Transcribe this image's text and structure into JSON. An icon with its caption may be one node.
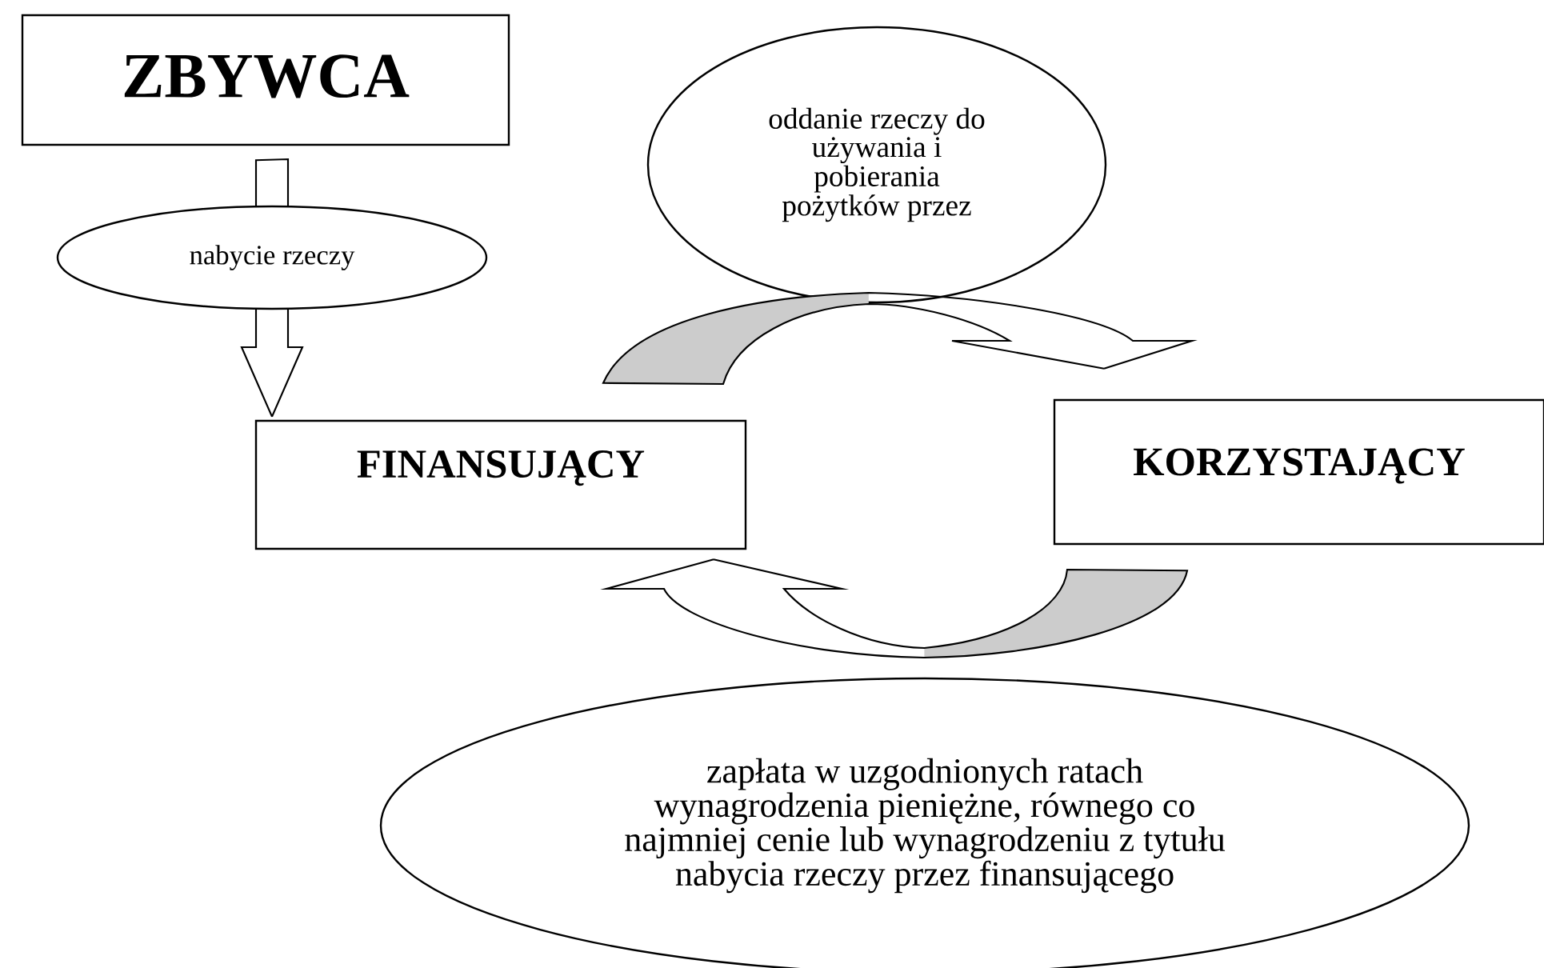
{
  "diagram": {
    "nodes": [
      {
        "text": [
          "ZBYWCA"
        ]
      },
      {
        "text": [
          "nabycie rzeczy"
        ]
      },
      {
        "text": [
          "FINANSUJĄCY"
        ]
      },
      {
        "text": [
          "oddanie rzeczy do używania i pobierania pożytków przez"
        ]
      },
      {
        "text": [
          "KORZYSTAJĄCY"
        ]
      },
      {
        "text": [
          "zapłata w uzgodnionych ratach wynagrodzenia pieniężne, równego co najmniej cenie lub wynagrodzeniu z tytułu nabycia rzeczy przez finansującego"
        ]
      }
    ],
    "edges": [
      {
        "from": 0,
        "to": 2,
        "arrow": "to"
      },
      {
        "from": 2,
        "to": 4,
        "arrow": "to"
      },
      {
        "from": 4,
        "to": 2,
        "arrow": "to"
      }
    ]
  }
}
